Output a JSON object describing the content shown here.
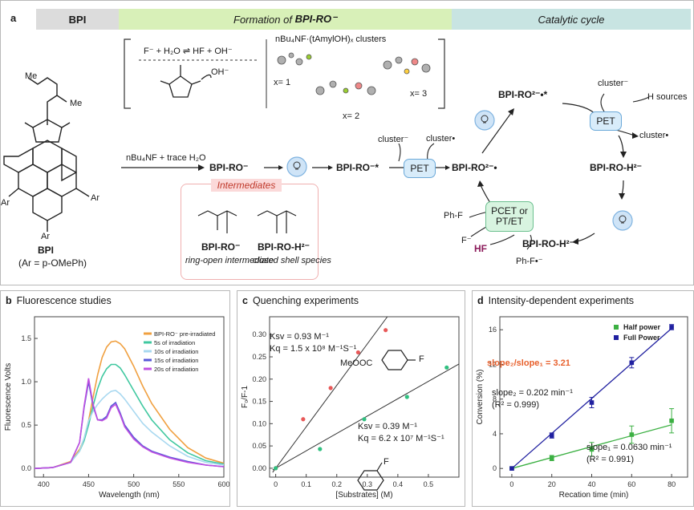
{
  "panel_a": {
    "label": "a",
    "bands": {
      "bpi": "BPI",
      "formation_prefix": "Formation of ",
      "formation_species": "BPI-RO⁻",
      "catalytic": "Catalytic cycle"
    },
    "equilibrium": "F⁻ + H₂O ⇌ HF + OH⁻",
    "hydroxide": "OH⁻",
    "cluster_title": "nBu₄NF·(tAmylOH)ₓ clusters",
    "x_labels": [
      "x= 1",
      "x= 2",
      "x= 3"
    ],
    "bpi_label": "BPI",
    "bpi_ar": "(Ar = p-OMePh)",
    "ar": "Ar",
    "me": "Me",
    "reagent": "nBu₄NF + trace H₂O",
    "species": {
      "bpi_ro": "BPI-RO⁻",
      "bpi_ro_star": "BPI-RO⁻*",
      "bpi_ro2": "BPI-RO²⁻•",
      "bpi_ro2_star": "BPI-RO²⁻•*",
      "bpi_roh": "BPI-RO-H²⁻",
      "bpi_roh_star": "BPI-RO-H²⁻*"
    },
    "cluster_minus": "cluster⁻",
    "cluster_rad": "cluster•",
    "pet": "PET",
    "pcet": [
      "PCET or",
      "PT/ET"
    ],
    "h_sources": "H sources",
    "phf": "Ph-F",
    "f_minus": "F⁻",
    "hf": "HF",
    "phf_rad": "Ph-F•⁻",
    "intermediates": {
      "title": "Intermediates",
      "left_name": "BPI-RO⁻",
      "left_desc": "ring-open intermediate",
      "right_name": "BPI-RO-H²⁻",
      "right_desc": "closed shell species"
    }
  },
  "panel_b": {
    "label": "b",
    "title": "Fluorescence studies"
  },
  "panel_c": {
    "label": "c",
    "title": "Quenching experiments",
    "ann1": [
      "Ksv = 0.93 M⁻¹",
      "Kq = 1.5 x 10⁸ M⁻¹S⁻¹"
    ],
    "ann2": [
      "Ksv = 0.39 M⁻¹",
      "Kq = 6.2 x 10⁷ M⁻¹S⁻¹"
    ],
    "sub1": "MeOOC",
    "sub_f": "F"
  },
  "panel_d": {
    "label": "d",
    "title": "Intensity-dependent experiments",
    "ratio": "slope₂/slope₁ = 3.21",
    "slope2": [
      "slope₂ = 0.202 min⁻¹",
      "(R² = 0.999)"
    ],
    "slope1": [
      "slope₁ = 0.0630 min⁻¹",
      "(R² = 0.991)"
    ]
  },
  "chart_data": [
    {
      "type": "line",
      "xlabel": "Wavelength (nm)",
      "ylabel": "Fluorescence Volts",
      "xlim": [
        390,
        600
      ],
      "ylim": [
        -0.1,
        1.75
      ],
      "xticks": [
        400,
        450,
        500,
        550,
        600
      ],
      "yticks": [
        0.0,
        0.5,
        1.0,
        1.5
      ],
      "legend": "top-right",
      "x": [
        390,
        410,
        430,
        440,
        445,
        450,
        455,
        460,
        465,
        470,
        475,
        480,
        485,
        490,
        500,
        510,
        520,
        540,
        560,
        580,
        600
      ],
      "series": [
        {
          "name": "BPI-RO⁻ pre-irradiated",
          "color": "#f0a040",
          "values": [
            0.0,
            0.01,
            0.08,
            0.22,
            0.34,
            0.55,
            0.82,
            1.08,
            1.28,
            1.4,
            1.46,
            1.47,
            1.44,
            1.38,
            1.18,
            0.95,
            0.75,
            0.45,
            0.24,
            0.12,
            0.06
          ]
        },
        {
          "name": "5s of irradiation",
          "color": "#40c8a0",
          "values": [
            0.0,
            0.01,
            0.07,
            0.2,
            0.32,
            0.5,
            0.72,
            0.92,
            1.06,
            1.15,
            1.2,
            1.2,
            1.16,
            1.08,
            0.9,
            0.72,
            0.56,
            0.33,
            0.18,
            0.09,
            0.05
          ]
        },
        {
          "name": "10s of irradiation",
          "color": "#a8d8f0",
          "values": [
            0.0,
            0.01,
            0.07,
            0.2,
            0.35,
            0.55,
            0.66,
            0.74,
            0.8,
            0.85,
            0.89,
            0.9,
            0.86,
            0.8,
            0.66,
            0.52,
            0.42,
            0.26,
            0.14,
            0.07,
            0.04
          ]
        },
        {
          "name": "15s of irradiation",
          "color": "#5858d8",
          "values": [
            0.0,
            0.01,
            0.07,
            0.3,
            0.7,
            1.0,
            0.72,
            0.56,
            0.56,
            0.6,
            0.72,
            0.76,
            0.64,
            0.5,
            0.36,
            0.26,
            0.2,
            0.13,
            0.08,
            0.04,
            0.02
          ]
        },
        {
          "name": "20s of irradiation",
          "color": "#c050e0",
          "values": [
            0.0,
            0.01,
            0.07,
            0.3,
            0.72,
            1.04,
            0.74,
            0.56,
            0.55,
            0.58,
            0.7,
            0.74,
            0.62,
            0.48,
            0.34,
            0.25,
            0.19,
            0.12,
            0.07,
            0.04,
            0.02
          ]
        }
      ]
    },
    {
      "type": "scatter",
      "xlabel": "[Substrates] (M)",
      "ylabel": "F₀/F-1",
      "xlim": [
        -0.02,
        0.6
      ],
      "ylim": [
        -0.02,
        0.34
      ],
      "xticks": [
        0.0,
        0.1,
        0.2,
        0.3,
        0.4,
        0.5
      ],
      "yticks": [
        0.0,
        0.05,
        0.1,
        0.15,
        0.2,
        0.25,
        0.3
      ],
      "series": [
        {
          "color": "#e85858",
          "x": [
            0.0,
            0.09,
            0.18,
            0.27,
            0.36
          ],
          "values": [
            0.0,
            0.11,
            0.18,
            0.26,
            0.31
          ],
          "fit": [
            0.0,
            0.93
          ]
        },
        {
          "color": "#30c080",
          "x": [
            0.0,
            0.145,
            0.29,
            0.43,
            0.56
          ],
          "values": [
            0.0,
            0.043,
            0.11,
            0.16,
            0.226
          ],
          "fit": [
            0.0,
            0.39
          ]
        }
      ]
    },
    {
      "type": "scatter",
      "xlabel": "Recation time (min)",
      "ylabel": "Conversion (%)",
      "xlim": [
        -6,
        88
      ],
      "ylim": [
        -1,
        17.5
      ],
      "xticks": [
        0,
        20,
        40,
        60,
        80
      ],
      "yticks": [
        0,
        4,
        8,
        12,
        16
      ],
      "legend": "top-right",
      "series": [
        {
          "name": "Half power",
          "color": "#3cb043",
          "x": [
            0,
            20,
            40,
            60,
            80
          ],
          "values": [
            0,
            1.2,
            2.2,
            3.9,
            5.5
          ],
          "errors": [
            0,
            0.3,
            0.8,
            1.0,
            1.4
          ],
          "fit": [
            0.0,
            0.063
          ]
        },
        {
          "name": "Full Power",
          "color": "#2020a0",
          "x": [
            0,
            20,
            40,
            60,
            80
          ],
          "values": [
            0,
            3.8,
            7.6,
            12.2,
            16.3
          ],
          "errors": [
            0,
            0.3,
            0.6,
            0.6,
            0.3
          ],
          "fit": [
            0.0,
            0.202
          ]
        }
      ]
    }
  ]
}
